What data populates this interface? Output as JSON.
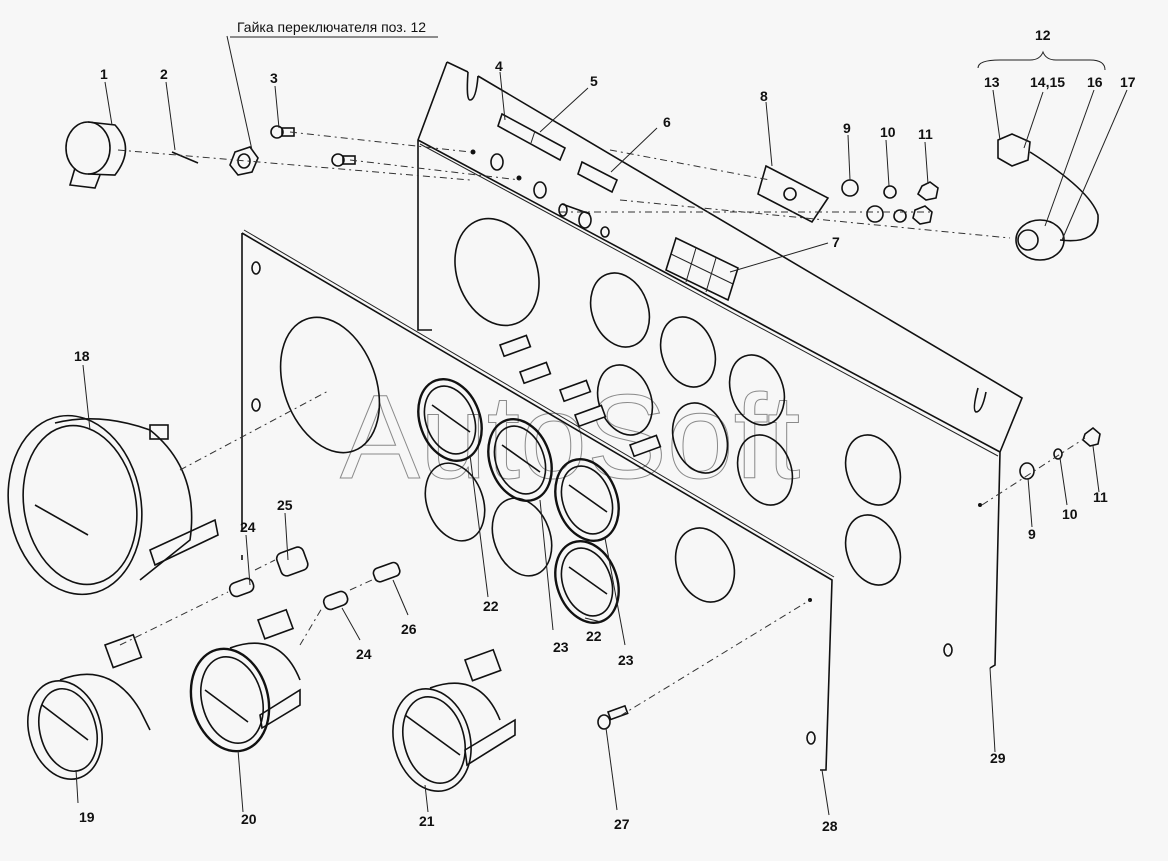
{
  "diagram": {
    "type": "exploded-parts-drawing",
    "caption": "Гайка переключателя поз. 12",
    "watermark": "AutoSoft",
    "assembly_group": {
      "label": "12",
      "members": [
        "13",
        "14,15",
        "16",
        "17"
      ]
    },
    "callouts": [
      {
        "id": "c1",
        "label": "1"
      },
      {
        "id": "c2",
        "label": "2"
      },
      {
        "id": "c3",
        "label": "3"
      },
      {
        "id": "c4",
        "label": "4"
      },
      {
        "id": "c5",
        "label": "5"
      },
      {
        "id": "c6",
        "label": "6"
      },
      {
        "id": "c7",
        "label": "7"
      },
      {
        "id": "c8",
        "label": "8"
      },
      {
        "id": "c9a",
        "label": "9"
      },
      {
        "id": "c10a",
        "label": "10"
      },
      {
        "id": "c11a",
        "label": "11"
      },
      {
        "id": "c12",
        "label": "12"
      },
      {
        "id": "c13",
        "label": "13"
      },
      {
        "id": "c1415",
        "label": "14,15"
      },
      {
        "id": "c16",
        "label": "16"
      },
      {
        "id": "c17",
        "label": "17"
      },
      {
        "id": "c18",
        "label": "18"
      },
      {
        "id": "c19",
        "label": "19"
      },
      {
        "id": "c20",
        "label": "20"
      },
      {
        "id": "c21",
        "label": "21"
      },
      {
        "id": "c22a",
        "label": "22"
      },
      {
        "id": "c22b",
        "label": "22"
      },
      {
        "id": "c23a",
        "label": "23"
      },
      {
        "id": "c23b",
        "label": "23"
      },
      {
        "id": "c24a",
        "label": "24"
      },
      {
        "id": "c24b",
        "label": "24"
      },
      {
        "id": "c25",
        "label": "25"
      },
      {
        "id": "c26",
        "label": "26"
      },
      {
        "id": "c27",
        "label": "27"
      },
      {
        "id": "c28",
        "label": "28"
      },
      {
        "id": "c29",
        "label": "29"
      },
      {
        "id": "c9b",
        "label": "9"
      },
      {
        "id": "c10b",
        "label": "10"
      },
      {
        "id": "c11b",
        "label": "11"
      }
    ],
    "parts": {
      "1": "warning-buzzer",
      "2": "pin",
      "3": "screw",
      "4": "indicator-block-left",
      "5": "indicator-block-right",
      "6": "indicator-lamp-block",
      "7": "indicator-lamp-panel",
      "8": "switch-bracket",
      "9": "washer",
      "10": "lock-washer",
      "11": "nut",
      "13": "connector",
      "14,15": "plug-terminal",
      "16": "sensor",
      "17": "wire",
      "18": "speedometer-tachometer-gauge",
      "19": "gauge",
      "20": "gauge",
      "21": "gauge",
      "22": "gauge-bezel",
      "23": "gasket-ring",
      "24": "bulb",
      "25": "lamp-socket",
      "26": "lamp-socket",
      "27": "screw",
      "28": "front-panel",
      "29": "rear-panel"
    }
  }
}
